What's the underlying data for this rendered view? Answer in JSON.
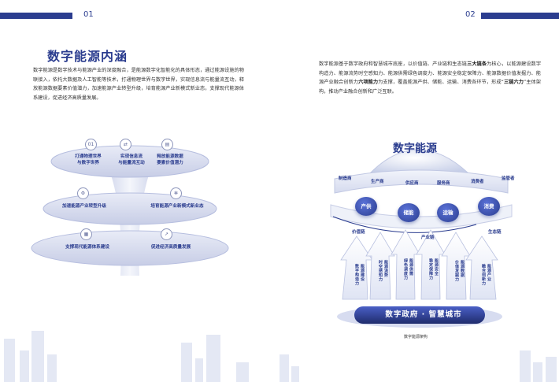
{
  "left_page": {
    "page_number": "01",
    "title": "数字能源内涵",
    "paragraph": "数字能源是数字技术与能源产业的深度融合，是能源数字化智能化的具体形态，通过能源设施的物联接入，依托大数据及人工智能等技术，打通物理世界与数字世界，实现信息流与能量流互动，释放能源数据要素价值潜力，加速能源产业转型升级，培育能源产业新模式新业态，支撑现代能源体系建设，促进经济高质量发展。",
    "diagram": {
      "top_icon": "01",
      "tier1": [
        "打通物理世界\n与数字世界",
        "实现信息流\n与能量流互动",
        "释放能源数据\n要素价值潜力"
      ],
      "tier2": [
        "加速能源产业转型升级",
        "培育能源产业新模式新业态"
      ],
      "tier3": [
        "支撑现代能源体系建设",
        "促进经济高质量发展"
      ]
    }
  },
  "right_page": {
    "page_number": "02",
    "paragraph_parts": [
      {
        "text": "数字能源基于数字政府和智慧城市底座，以价值链、产业链和生态链",
        "bold": false
      },
      {
        "text": "三大链条",
        "bold": true
      },
      {
        "text": "为核心，以能源建设数字构造力、能源流势时空感知力、能源供需绿色调度力、能源安全稳定保障力、能源数据价值发掘力、能源产业融合创新力",
        "bold": false
      },
      {
        "text": "六项能力",
        "bold": true
      },
      {
        "text": "为支撑，覆盖能源产供、储能、运输、消费各环节，形成“",
        "bold": false
      },
      {
        "text": "三链六力",
        "bold": true
      },
      {
        "text": "”主体架构，推动产业融合创新和广泛互联。",
        "bold": false
      }
    ],
    "diagram": {
      "dome_title": "数字能源",
      "roles": [
        "制造商",
        "生产商",
        "供应商",
        "服务商",
        "消费者",
        "监管者"
      ],
      "flows": [
        "产供",
        "储能",
        "运输",
        "消费"
      ],
      "chains": [
        "价值链",
        "产业链",
        "生态链"
      ],
      "capabilities": [
        "能源建设\n数字构造力",
        "能源流势\n时空感知力",
        "能源供需\n绿色调度力",
        "能源安全\n稳定保障力",
        "能源数据\n价值发掘力",
        "能源产业\n融合创新力"
      ],
      "base_label": "数字政府 · 智慧城市",
      "caption": "数字能源架构"
    }
  },
  "colors": {
    "accent": "#2b3d8f",
    "light": "#c9d0ea"
  }
}
